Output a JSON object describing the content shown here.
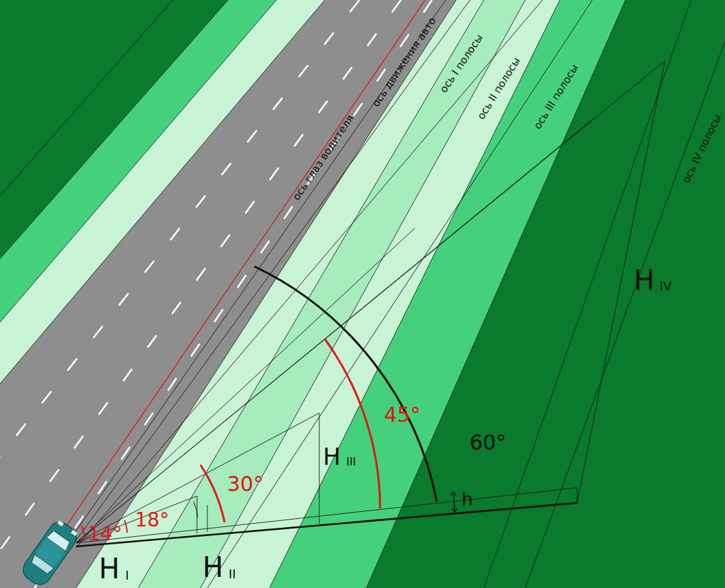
{
  "diagram": {
    "labels": [
      "ось глаз водителя",
      "ось движения авто",
      "ось I полосы",
      "ось II полосы",
      "ось III полосы",
      "ось IV полосы",
      "60°",
      "45°",
      "30°",
      "14°",
      "18°",
      "H",
      "I",
      "H",
      "II",
      "H",
      "III",
      "H",
      "IV",
      "h"
    ]
  }
}
